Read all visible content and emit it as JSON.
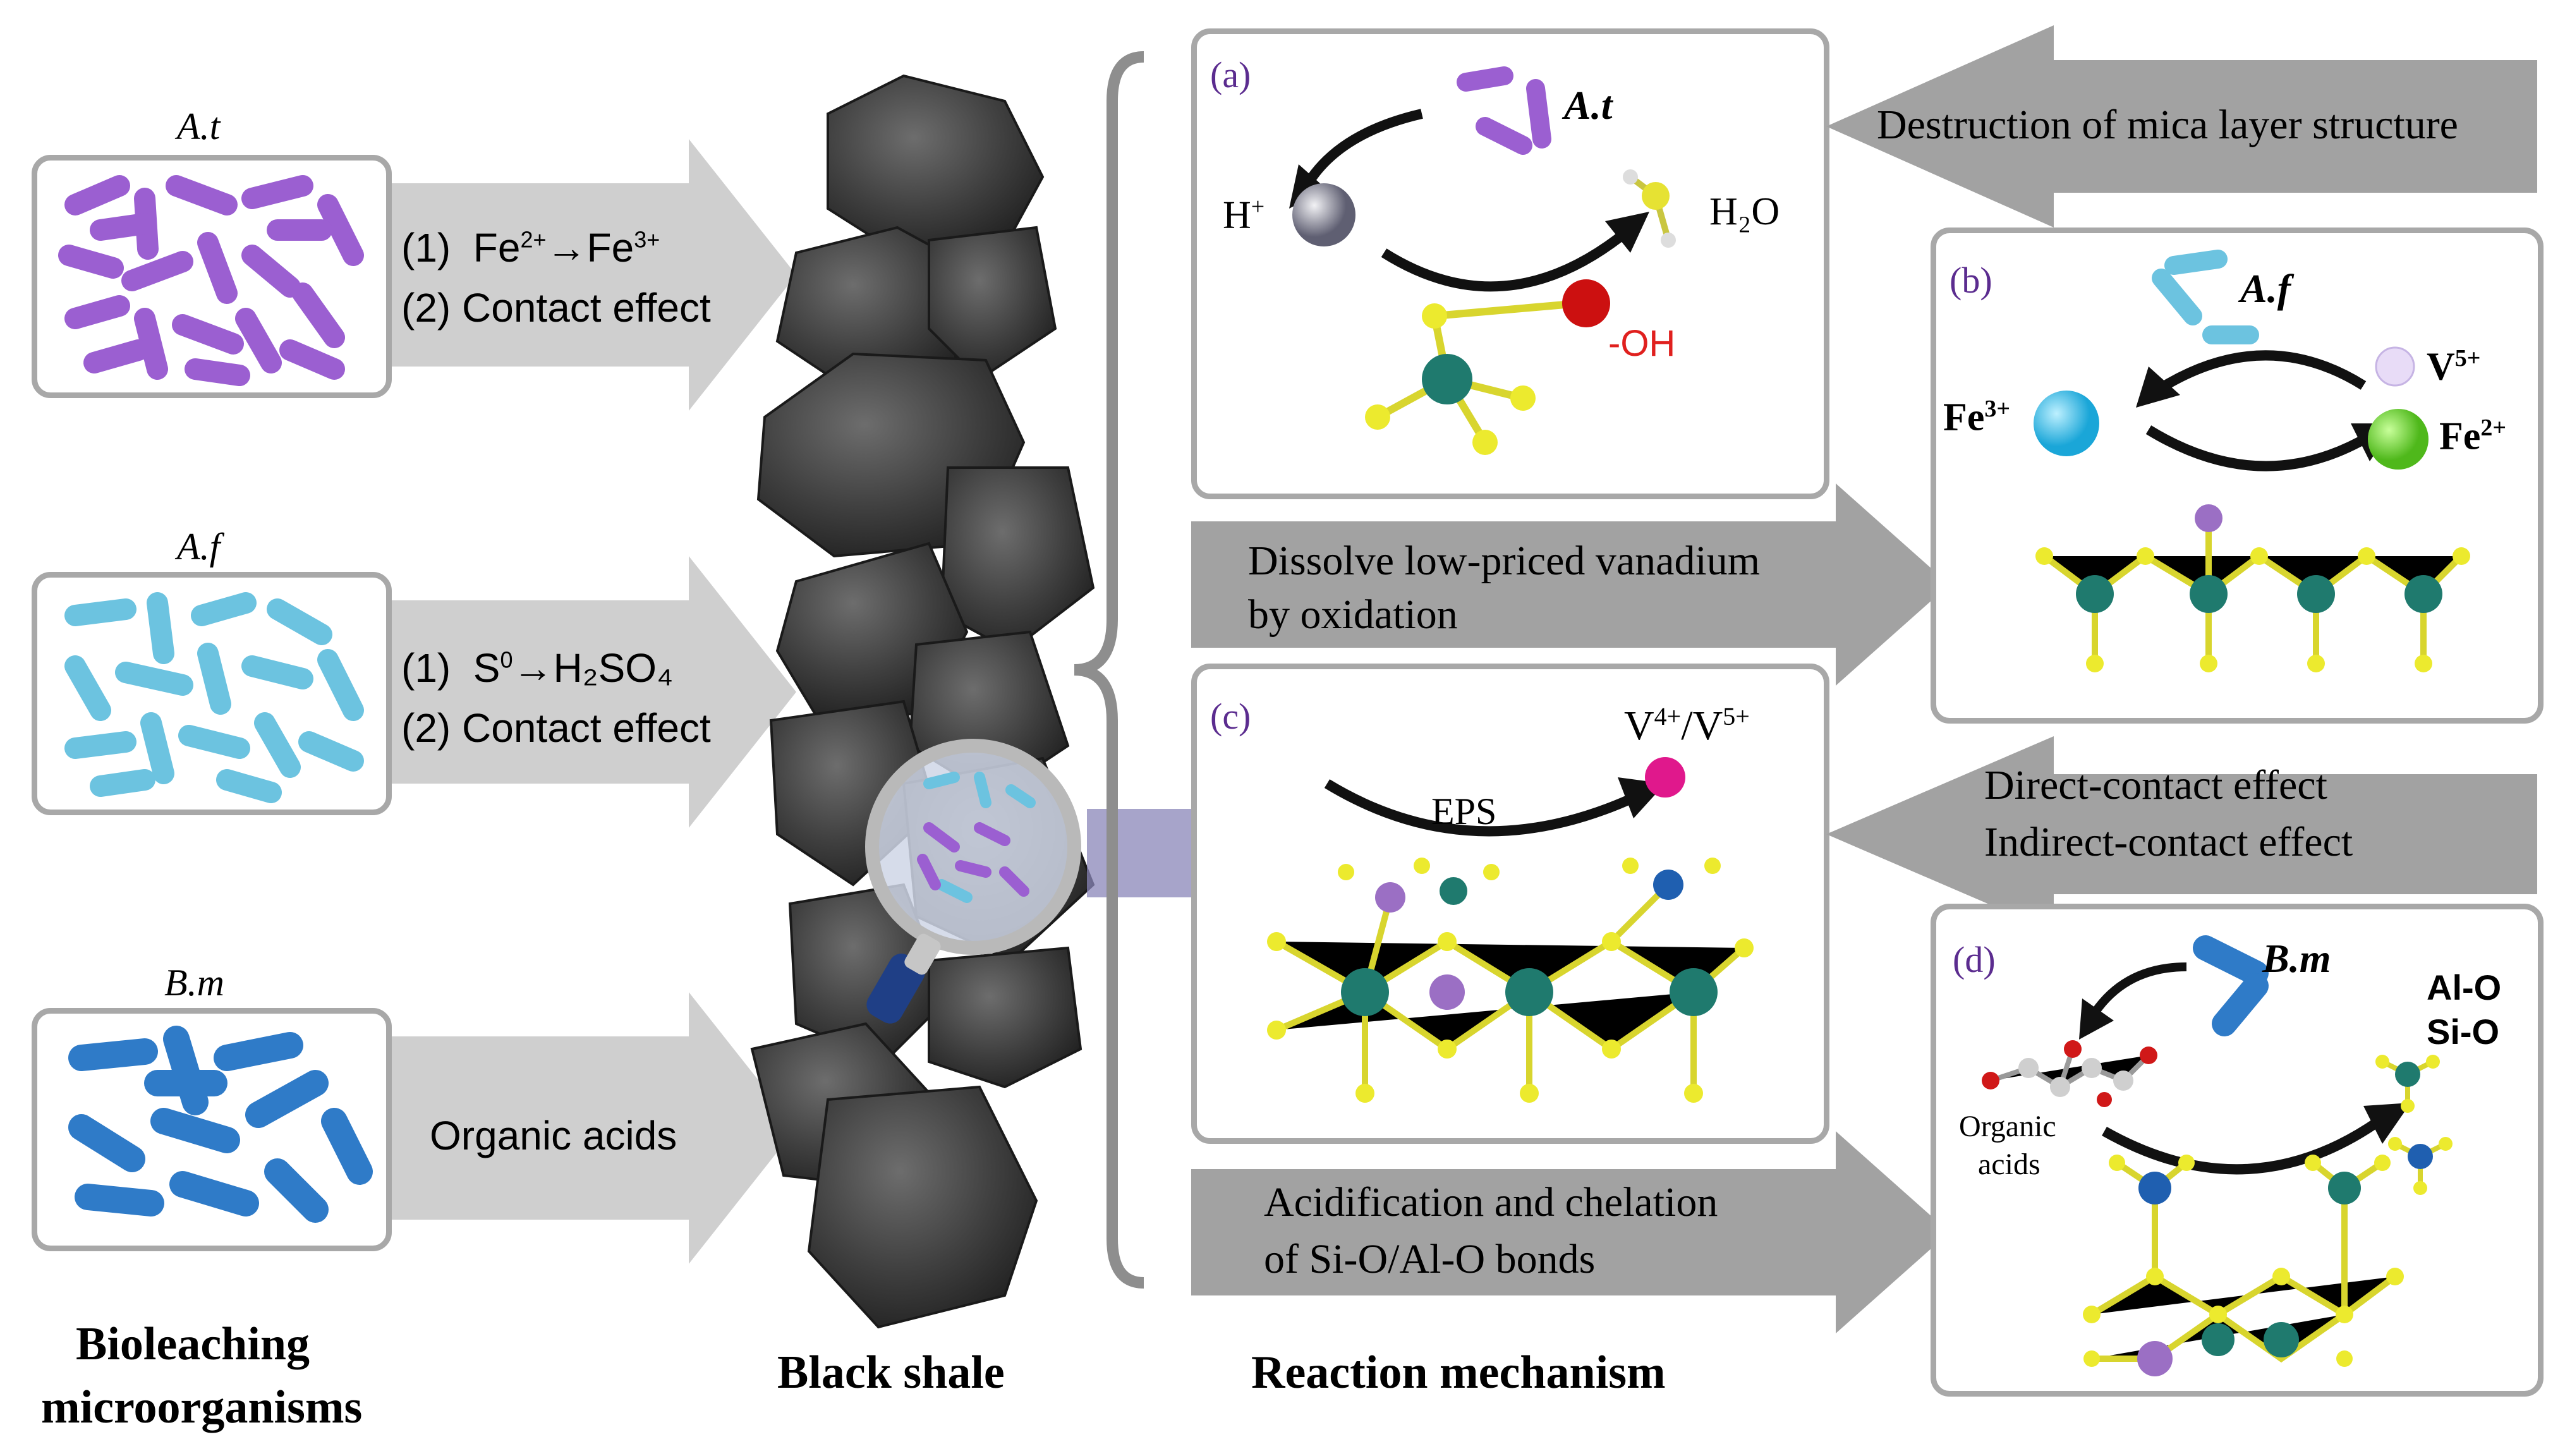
{
  "microbes": [
    {
      "name": "A.t",
      "line1_prefix": "(1)",
      "line1_a": "Fe",
      "line1_a_sup": "2+",
      "line1_arrow": "→",
      "line1_b": "Fe",
      "line1_b_sup": "3+",
      "line2": "(2)  Contact effect",
      "color": "#9b5fd1"
    },
    {
      "name": "A.f",
      "line1_prefix": "(1)",
      "line1_a": "S",
      "line1_a_sup": "0",
      "line1_arrow": "→",
      "line1_b": "H₂SO₄",
      "line1_b_sup": "",
      "line2": "(2)  Contact effect",
      "color": "#6cc3e0"
    },
    {
      "name": "B.m",
      "label": "Organic acids",
      "color": "#2f7bc8"
    }
  ],
  "column_titles": {
    "left": "Bioleaching\nmicroorganisms",
    "left_line1": "Bioleaching",
    "left_line2": "microorganisms",
    "middle": "Black shale",
    "right": "Reaction mechanism"
  },
  "panel_a": {
    "label": "(a)",
    "organism": "A.t",
    "h_plus": "H",
    "h_plus_sup": "+",
    "water": "H₂O",
    "oh": "-OH"
  },
  "panel_b": {
    "label": "(b)",
    "organism": "A.f",
    "fe3": "Fe",
    "fe3_sup": "3+",
    "v5": "V",
    "v5_sup": "5+",
    "fe2": "Fe",
    "fe2_sup": "2+"
  },
  "panel_c": {
    "label": "(c)",
    "eps": "EPS",
    "v_a": "V",
    "v_a_sup": "4+",
    "v_b": "/V",
    "v_b_sup": "5+"
  },
  "panel_d": {
    "label": "(d)",
    "organism": "B.m",
    "alo": "Al-O",
    "sio": "Si-O",
    "organic1": "Organic",
    "organic2": "acids"
  },
  "flow_arrows": {
    "top": "Destruction of mica layer structure",
    "dissolve_line1": "Dissolve low-priced vanadium",
    "dissolve_line2": "by oxidation",
    "contact_line1": "Direct-contact effect",
    "contact_line2": "Indirect-contact effect",
    "acid_line1": "Acidification and chelation",
    "acid_line2": "of Si-O/Al-O bonds"
  },
  "colors": {
    "arrow_gray": "#c8c8c8",
    "arrow_dark": "#9e9e9e",
    "panel_border": "#a8a8a8",
    "oh_red": "#e0201e",
    "mag_arrow": "#8a86b8"
  }
}
